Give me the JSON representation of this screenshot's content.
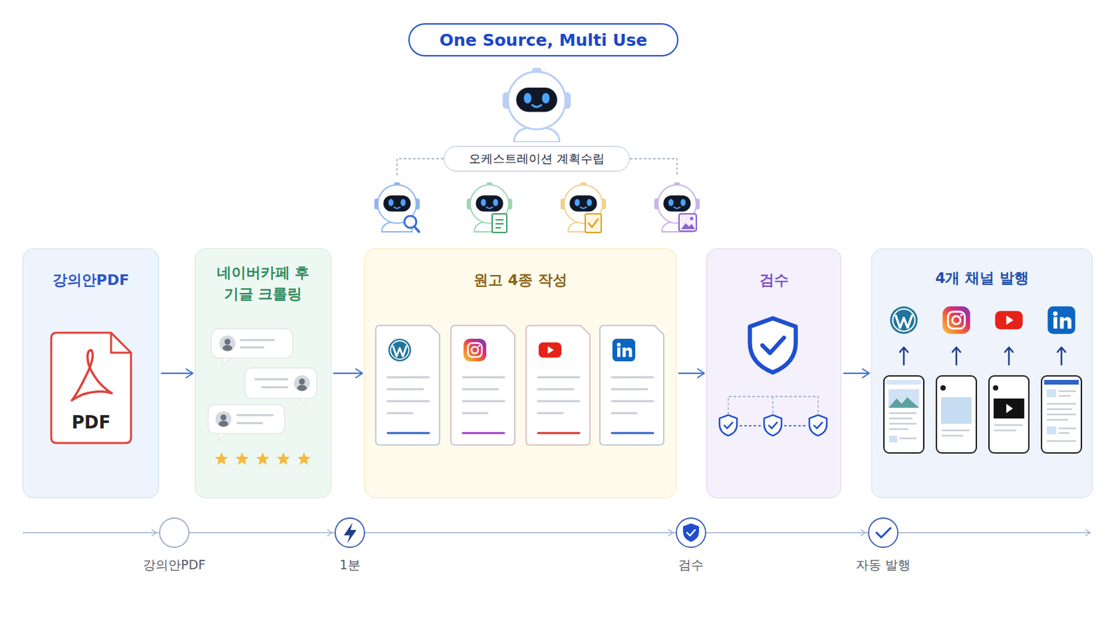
{
  "diagram": {
    "title": "One Source, Multi Use",
    "nodes": [
      {
        "text": [
          "오케스트레이션 계획수립"
        ]
      },
      {
        "text": [
          "강의안PDF"
        ]
      },
      {
        "text": [
          "네이버카페 후기글 크롤링"
        ]
      },
      {
        "text": [
          "원고 4종 작성"
        ]
      },
      {
        "text": [
          "검수"
        ]
      },
      {
        "text": [
          "4개 채널 발행"
        ]
      }
    ],
    "edges": [
      {
        "from": 1,
        "to": 2,
        "arrow": "to"
      },
      {
        "from": 2,
        "to": 3,
        "arrow": "to"
      },
      {
        "from": 3,
        "to": 4,
        "arrow": "to"
      },
      {
        "from": 4,
        "to": 5,
        "arrow": "to"
      }
    ],
    "labels": [
      "PDF",
      "강의안PDF",
      "1분",
      "검수",
      "자동 발행"
    ]
  }
}
